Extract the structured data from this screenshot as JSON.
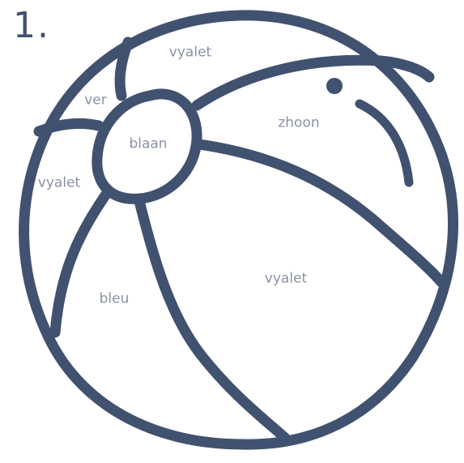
{
  "item_number": "1.",
  "regions": {
    "top": "vyalet",
    "top_left": "ver",
    "center": "blaan",
    "upper_right": "zhoon",
    "left": "vyalet",
    "lower_left": "bleu",
    "lower_right": "vyalet"
  },
  "colors": {
    "ink": "#415170",
    "label_text": "#8b92a4",
    "background": "#ffffff"
  }
}
